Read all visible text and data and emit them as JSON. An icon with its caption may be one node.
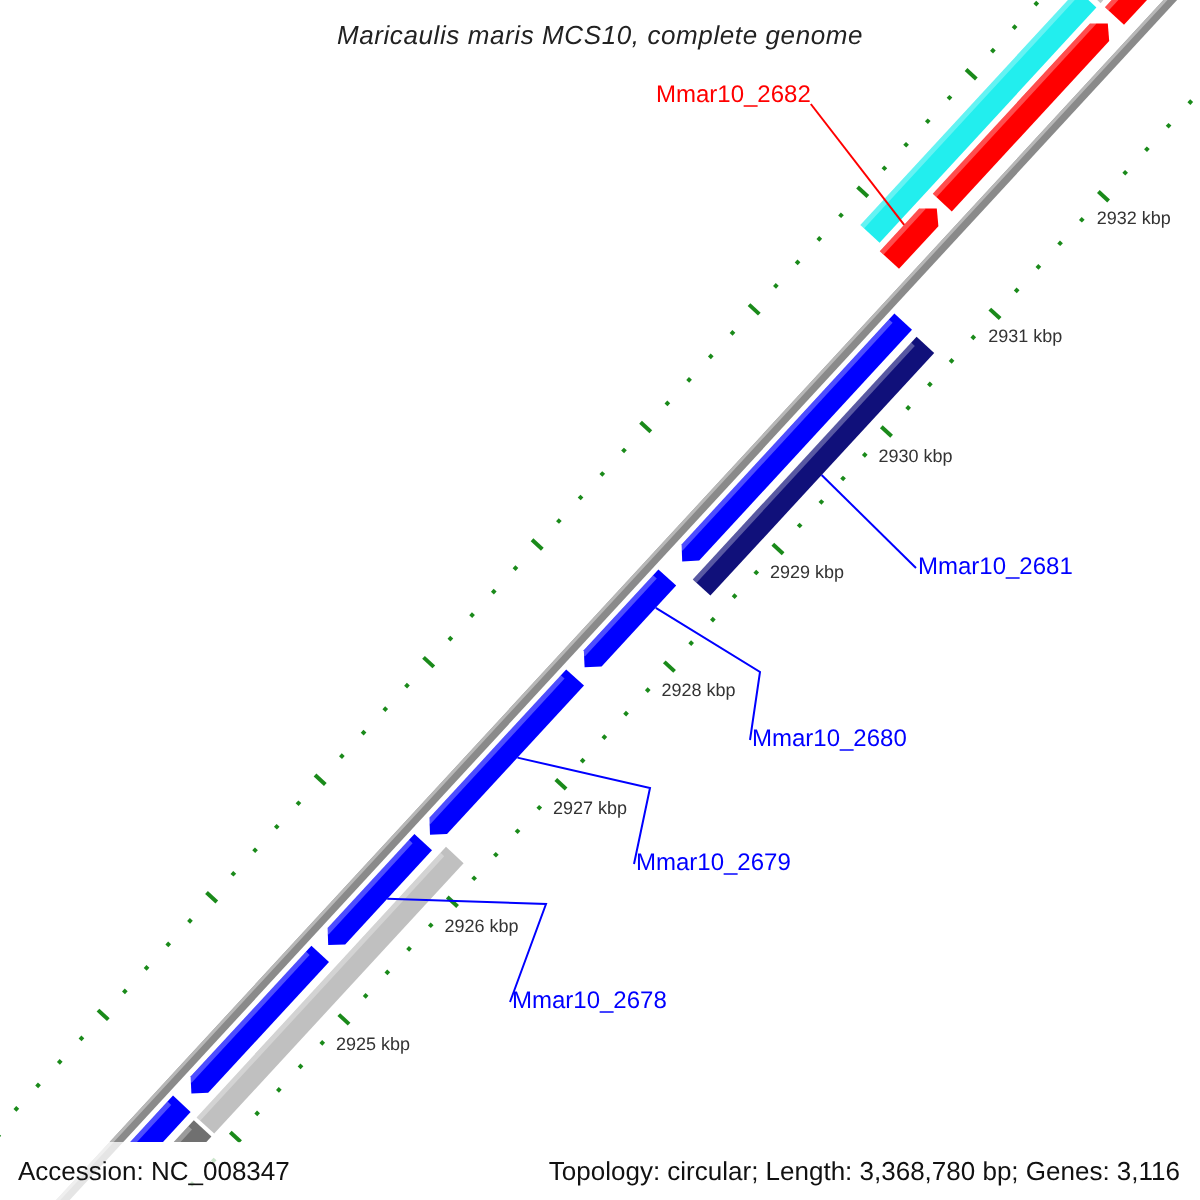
{
  "diagram": {
    "title": "Maricaulis maris MCS10, complete genome",
    "nodes": [
      {
        "text": [
          "Mmar10_2682"
        ]
      },
      {
        "text": [],
        "shape": "arrow"
      },
      {
        "text": [
          "Mmar10_2681"
        ]
      },
      {
        "text": [],
        "shape": "bar"
      },
      {
        "text": [
          "Mmar10_2680"
        ]
      },
      {
        "text": [],
        "shape": "arrow"
      },
      {
        "text": [
          "Mmar10_2679"
        ]
      },
      {
        "text": [],
        "shape": "arrow"
      },
      {
        "text": [
          "Mmar10_2678"
        ]
      },
      {
        "text": [],
        "shape": "arrow"
      },
      {
        "text": [],
        "shape": "bar"
      },
      {
        "text": [],
        "shape": "bar"
      },
      {
        "text": [],
        "shape": "bar"
      },
      {
        "text": [],
        "shape": "arrow"
      },
      {
        "text": [],
        "shape": "arrow"
      },
      {
        "text": [],
        "shape": "arrow"
      },
      {
        "text": [],
        "shape": "bar"
      },
      {
        "text": [],
        "shape": "bar"
      },
      {
        "text": [],
        "shape": "bar"
      }
    ],
    "edges": [
      {
        "from": 0,
        "to": 1,
        "arrow": "none",
        "color": "#ff0000"
      },
      {
        "from": 2,
        "to": 3,
        "arrow": "none"
      },
      {
        "from": 4,
        "to": 5,
        "arrow": "none"
      },
      {
        "from": 6,
        "to": 7,
        "arrow": "none"
      },
      {
        "from": 8,
        "to": 9,
        "arrow": "none"
      }
    ],
    "labels": [
      "2932 kbp",
      "2931 kbp",
      "2930 kbp",
      "2929 kbp",
      "2928 kbp",
      "2927 kbp",
      "2926 kbp",
      "2925 kbp",
      "Accession: NC_008347",
      "Topology: circular; Length: 3,368,780 bp; Genes: 3,116"
    ]
  }
}
